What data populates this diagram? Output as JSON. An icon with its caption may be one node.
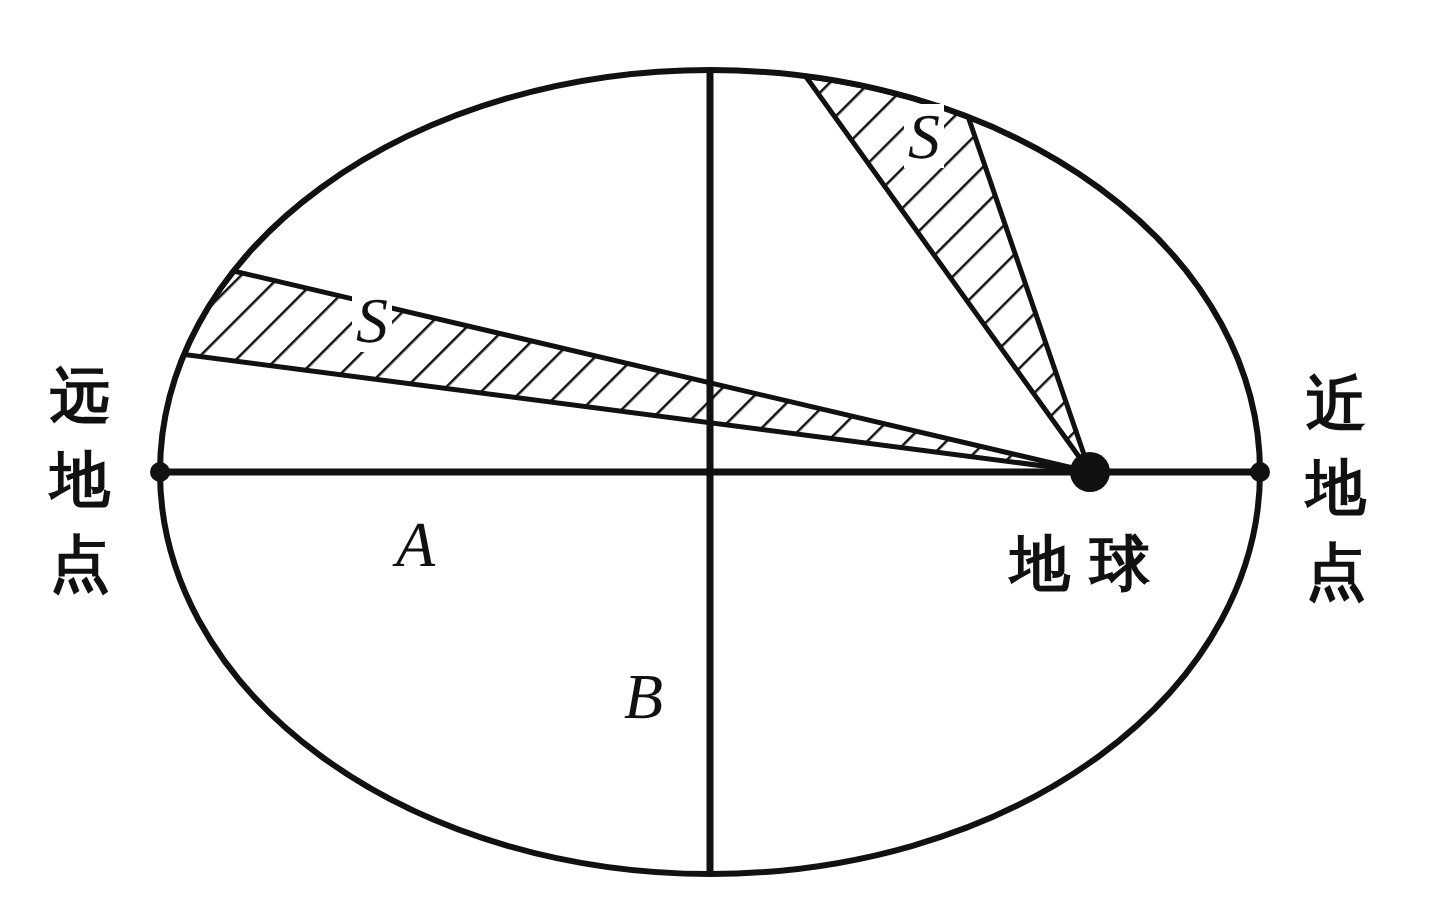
{
  "diagram": {
    "labels": [
      "S",
      "S",
      "远地点",
      "近地点",
      "地球",
      "A",
      "B"
    ]
  }
}
